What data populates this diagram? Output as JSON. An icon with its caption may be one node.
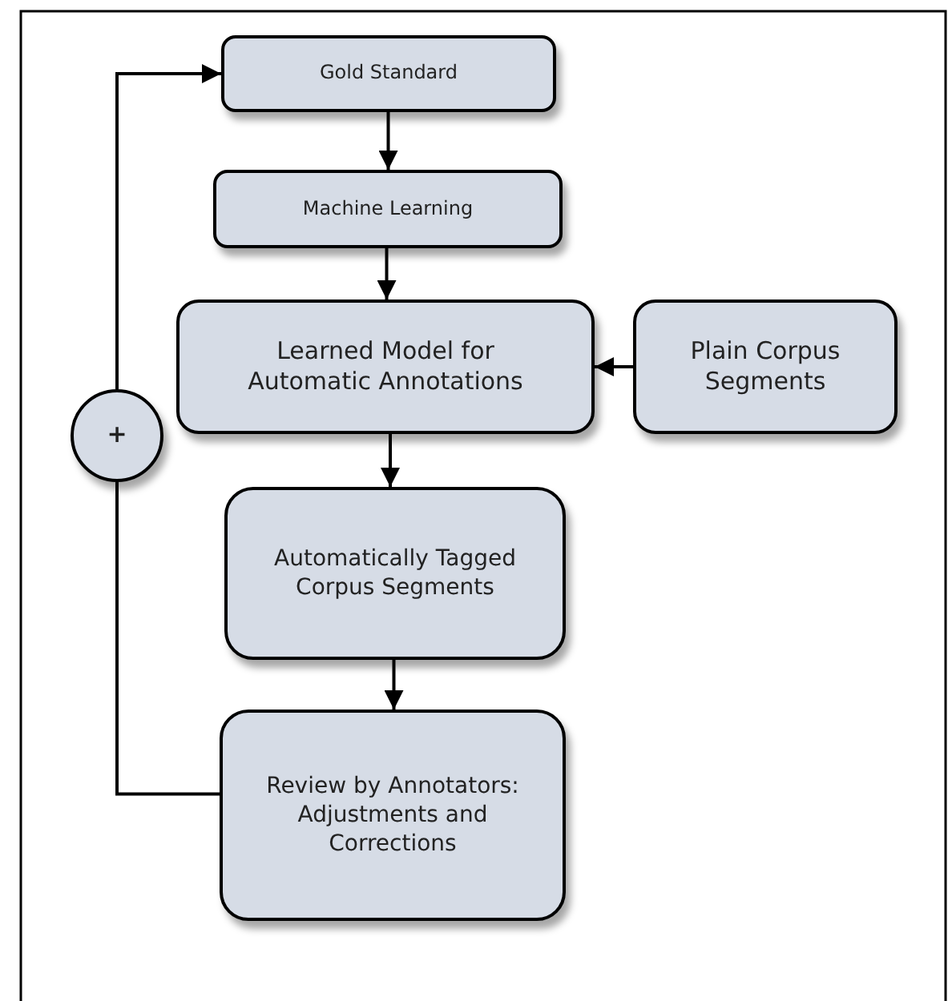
{
  "diagram": {
    "nodes": [
      {
        "text": [
          "Gold Standard"
        ]
      },
      {
        "text": [
          "Machine Learning"
        ]
      },
      {
        "text": [
          "Learned Model for Automatic Annotations"
        ]
      },
      {
        "text": [
          "Plain Corpus Segments"
        ]
      },
      {
        "text": [
          "+"
        ]
      },
      {
        "text": [
          "Automatically Tagged Corpus Segments"
        ]
      },
      {
        "text": [
          "Review by Annotators: Adjustments and Corrections"
        ]
      }
    ],
    "edges": [
      {
        "from": 0,
        "to": 1,
        "arrow": "to"
      },
      {
        "from": 1,
        "to": 2,
        "arrow": "to"
      },
      {
        "from": 3,
        "to": 2,
        "arrow": "to"
      },
      {
        "from": 2,
        "to": 5,
        "arrow": "to"
      },
      {
        "from": 5,
        "to": 6,
        "arrow": "to"
      },
      {
        "from": 6,
        "to": 4,
        "arrow": "none"
      },
      {
        "from": 4,
        "to": 0,
        "arrow": "to"
      }
    ]
  }
}
